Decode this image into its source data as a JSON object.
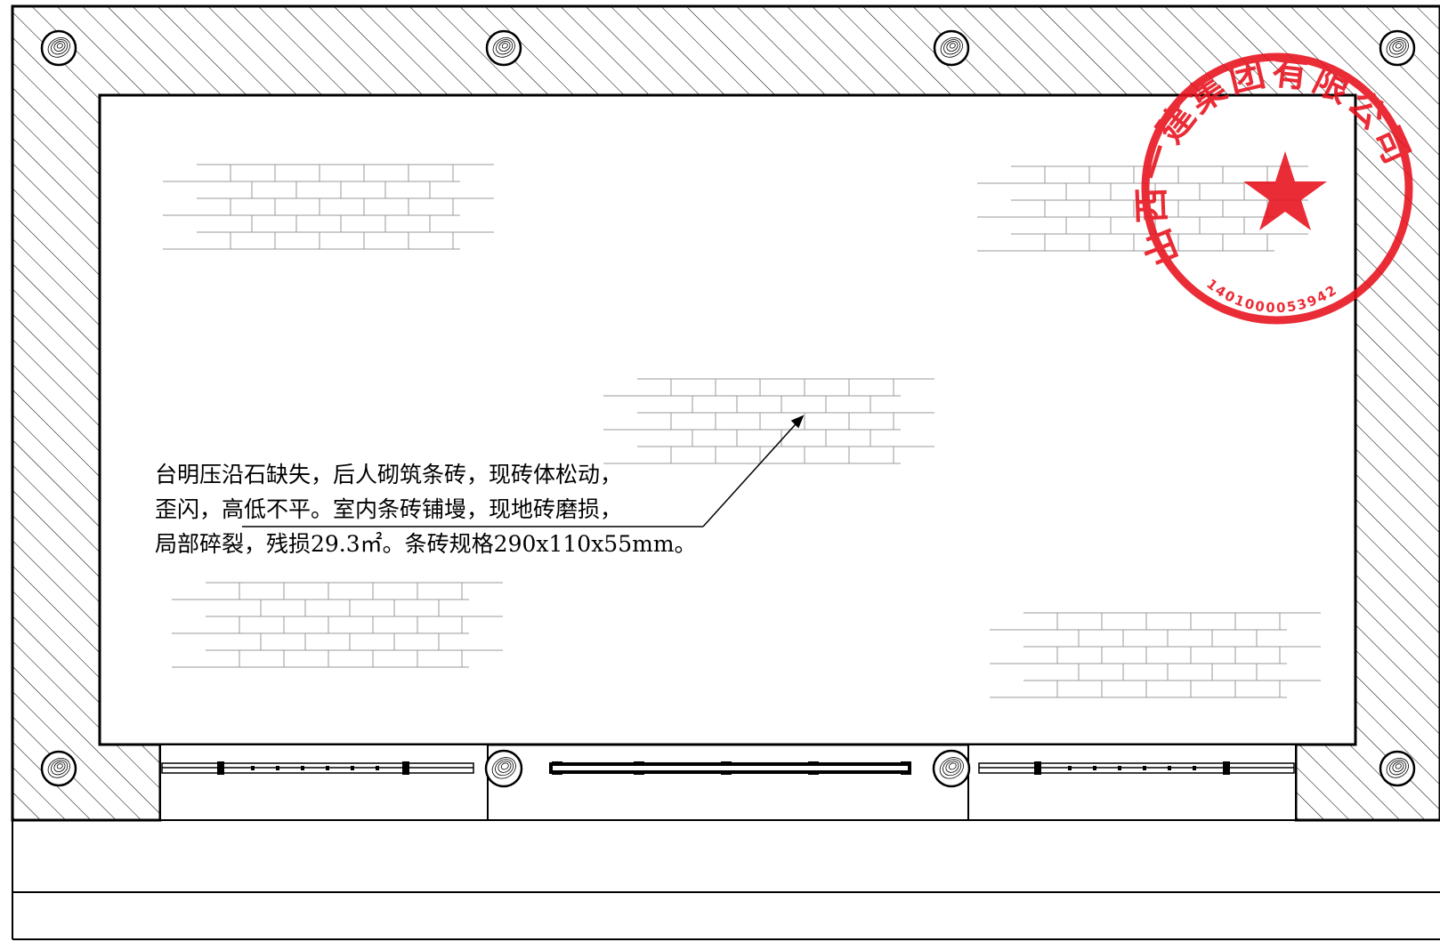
{
  "annotation": {
    "lines": [
      "台明压沿石缺失，后人砌筑条砖，现砖体松动，",
      "歪闪，高低不平。室内条砖铺墁，现地砖磨损，",
      "局部碎裂，残损29.3㎡。条砖规格290x110x55mm。"
    ]
  },
  "stamp": {
    "company": "山西一建集团有限公司",
    "code": "1401000053942",
    "color": "#e8101c"
  },
  "colors": {
    "line": "#000000",
    "brick": "#9a9a9a",
    "stamp": "#e8101c"
  }
}
